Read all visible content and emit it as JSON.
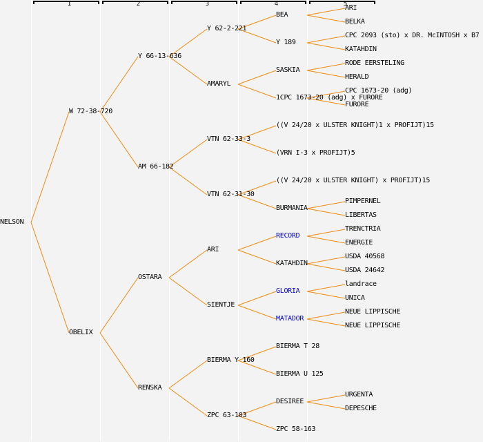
{
  "colors": {
    "link": "#f08a10",
    "highlight_text": "#0000cc",
    "text": "#000000",
    "background": "#f3f3f3"
  },
  "generations": [
    "1",
    "2",
    "3",
    "4",
    "5"
  ],
  "pedigree": {
    "name": "NELSON",
    "parents": [
      {
        "name": "W 72-38-720",
        "parents": [
          {
            "name": "Y 66-13-636",
            "parents": [
              {
                "name": "Y 62-2-221",
                "parents": [
                  {
                    "name": "BEA",
                    "parents": [
                      {
                        "name": "ARI"
                      },
                      {
                        "name": "BELKA"
                      }
                    ]
                  },
                  {
                    "name": "Y 189",
                    "parents": [
                      {
                        "name": "CPC 2093 (sto) x DR. McINTOSH x B7"
                      },
                      {
                        "name": "KATAHDIN"
                      }
                    ]
                  }
                ]
              },
              {
                "name": "AMARYL",
                "parents": [
                  {
                    "name": "SASKIA",
                    "parents": [
                      {
                        "name": "RODE EERSTELING"
                      },
                      {
                        "name": "HERALD"
                      }
                    ]
                  },
                  {
                    "name": "1CPC 1673-20 (adg) x FURORE",
                    "parents": [
                      {
                        "name": "CPC 1673-20 (adg)"
                      },
                      {
                        "name": "FURORE"
                      }
                    ]
                  }
                ]
              }
            ]
          },
          {
            "name": "AM 66-182",
            "parents": [
              {
                "name": "VTN 62-33-3",
                "parents": [
                  {
                    "name": "((V 24/20 x ULSTER KNIGHT)1 x PROFIJT)15"
                  },
                  {
                    "name": "(VRN I-3 x PROFIJT)5"
                  }
                ]
              },
              {
                "name": "VTN 62-31-30",
                "parents": [
                  {
                    "name": "((V 24/20 x ULSTER KNIGHT) x PROFIJT)15"
                  },
                  {
                    "name": "BURMANIA",
                    "parents": [
                      {
                        "name": "PIMPERNEL"
                      },
                      {
                        "name": "LIBERTAS"
                      }
                    ]
                  }
                ]
              }
            ]
          }
        ]
      },
      {
        "name": "OBELIX",
        "parents": [
          {
            "name": "OSTARA",
            "parents": [
              {
                "name": "ARI",
                "parents": [
                  {
                    "name": "RECORD",
                    "highlight": true,
                    "parents": [
                      {
                        "name": "TRENCTRIA"
                      },
                      {
                        "name": "ENERGIE"
                      }
                    ]
                  },
                  {
                    "name": "KATAHDIN",
                    "parents": [
                      {
                        "name": "USDA 40568"
                      },
                      {
                        "name": "USDA 24642"
                      }
                    ]
                  }
                ]
              },
              {
                "name": "SIENTJE",
                "parents": [
                  {
                    "name": "GLORIA",
                    "highlight": true,
                    "parents": [
                      {
                        "name": "landrace"
                      },
                      {
                        "name": "UNICA"
                      }
                    ]
                  },
                  {
                    "name": "MATADOR",
                    "highlight": true,
                    "parents": [
                      {
                        "name": "NEUE LIPPISCHE"
                      },
                      {
                        "name": "NEUE LIPPISCHE"
                      }
                    ]
                  }
                ]
              }
            ]
          },
          {
            "name": "RENSKA",
            "parents": [
              {
                "name": "BIERMA Y 160",
                "parents": [
                  {
                    "name": "BIERMA T 28"
                  },
                  {
                    "name": "BIERMA U 125"
                  }
                ]
              },
              {
                "name": "ZPC 63-103",
                "parents": [
                  {
                    "name": "DESIREE",
                    "parents": [
                      {
                        "name": "URGENTA"
                      },
                      {
                        "name": "DEPESCHE"
                      }
                    ]
                  },
                  {
                    "name": "ZPC 58-163"
                  }
                ]
              }
            ]
          }
        ]
      }
    ]
  }
}
